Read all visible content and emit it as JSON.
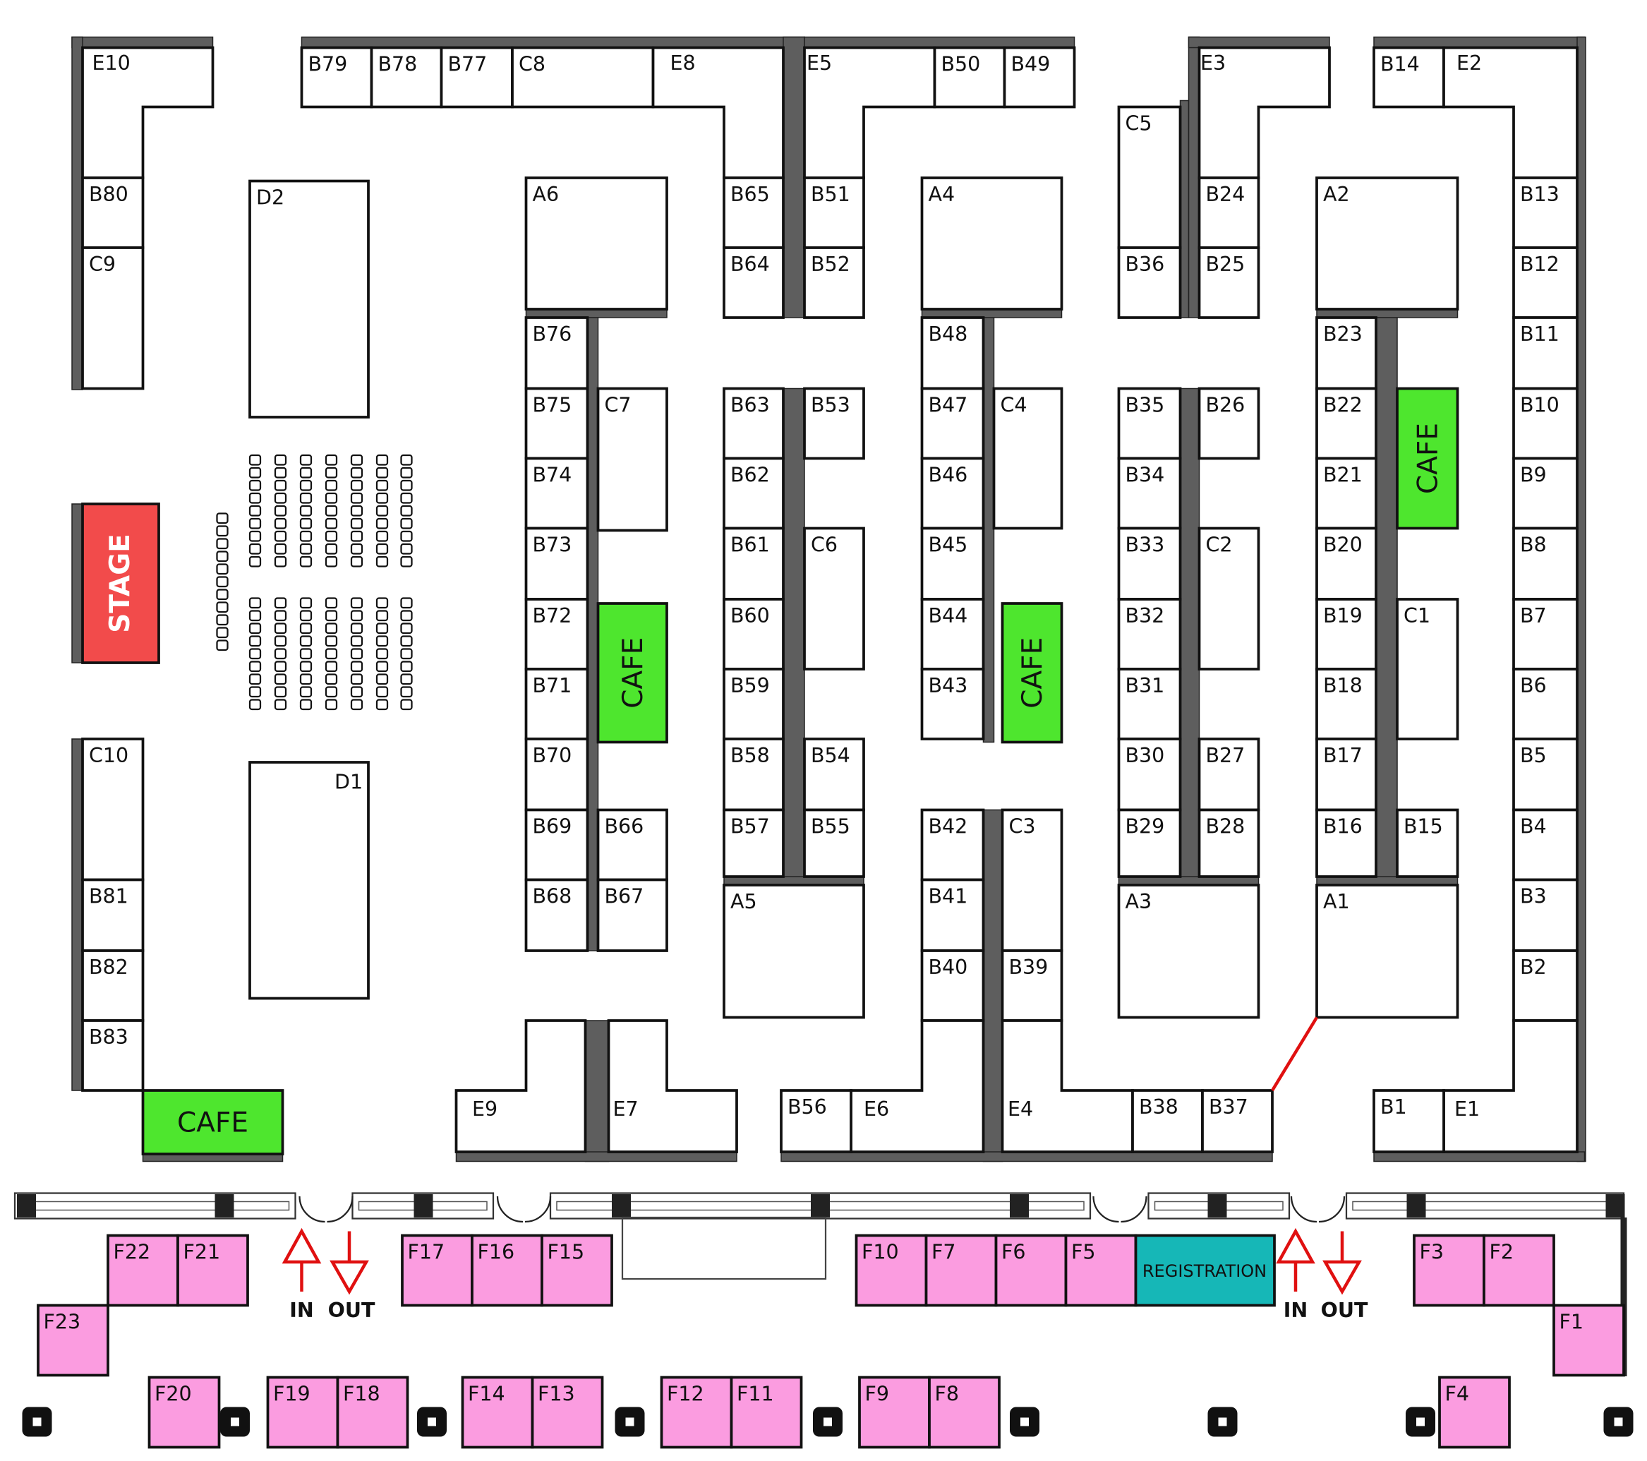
{
  "title": "Exhibition Floor Plan",
  "booths": [
    "E10",
    "B80",
    "C9",
    "D2",
    "B79",
    "B78",
    "B77",
    "C8",
    "E8",
    "B65",
    "B64",
    "E5",
    "B50",
    "B49",
    "B51",
    "B52",
    "E3",
    "C5",
    "B36",
    "B24",
    "B25",
    "B14",
    "E2",
    "B13",
    "B12",
    "B11",
    "B10",
    "B9",
    "B8",
    "B7",
    "B6",
    "B5",
    "B4",
    "B3",
    "B2",
    "E1",
    "B1",
    "A6",
    "A4",
    "A2",
    "B76",
    "B75",
    "B74",
    "B73",
    "B72",
    "B71",
    "B70",
    "B69",
    "B68",
    "C7",
    "B66",
    "B67",
    "B63",
    "B62",
    "B61",
    "B60",
    "B59",
    "B58",
    "B57",
    "B53",
    "C6",
    "B54",
    "B55",
    "A5",
    "B48",
    "B47",
    "B46",
    "B45",
    "B44",
    "B43",
    "C4",
    "B42",
    "B41",
    "B40",
    "C3",
    "B39",
    "E6",
    "B56",
    "E4",
    "B38",
    "B37",
    "B35",
    "B34",
    "B33",
    "B32",
    "B31",
    "B30",
    "B29",
    "B26",
    "C2",
    "B27",
    "B28",
    "A3",
    "B23",
    "B22",
    "B21",
    "B20",
    "B19",
    "B18",
    "B17",
    "B16",
    "C1",
    "B15",
    "A1",
    "C10",
    "B81",
    "B82",
    "B83",
    "D1",
    "E9",
    "E7"
  ],
  "f_booths": [
    "F22",
    "F21",
    "F23",
    "F17",
    "F16",
    "F15",
    "F10",
    "F7",
    "F6",
    "F5",
    "F3",
    "F2",
    "F1",
    "F20",
    "F19",
    "F18",
    "F14",
    "F13",
    "F12",
    "F11",
    "F9",
    "F8",
    "F4"
  ],
  "stage_label": "STAGE",
  "cafe_label": "CAFE",
  "registration_label": "REGISTRATION",
  "entrances": [
    {
      "in": "IN",
      "out": "OUT"
    },
    {
      "in": "IN",
      "out": "OUT"
    }
  ],
  "colors": {
    "cafe": "#4ee62e",
    "stage": "#f24b4b",
    "f_booth": "#fb9ce0",
    "registration": "#16b7b7",
    "wall": "#5e5e5e",
    "route_line": "#e01010"
  }
}
